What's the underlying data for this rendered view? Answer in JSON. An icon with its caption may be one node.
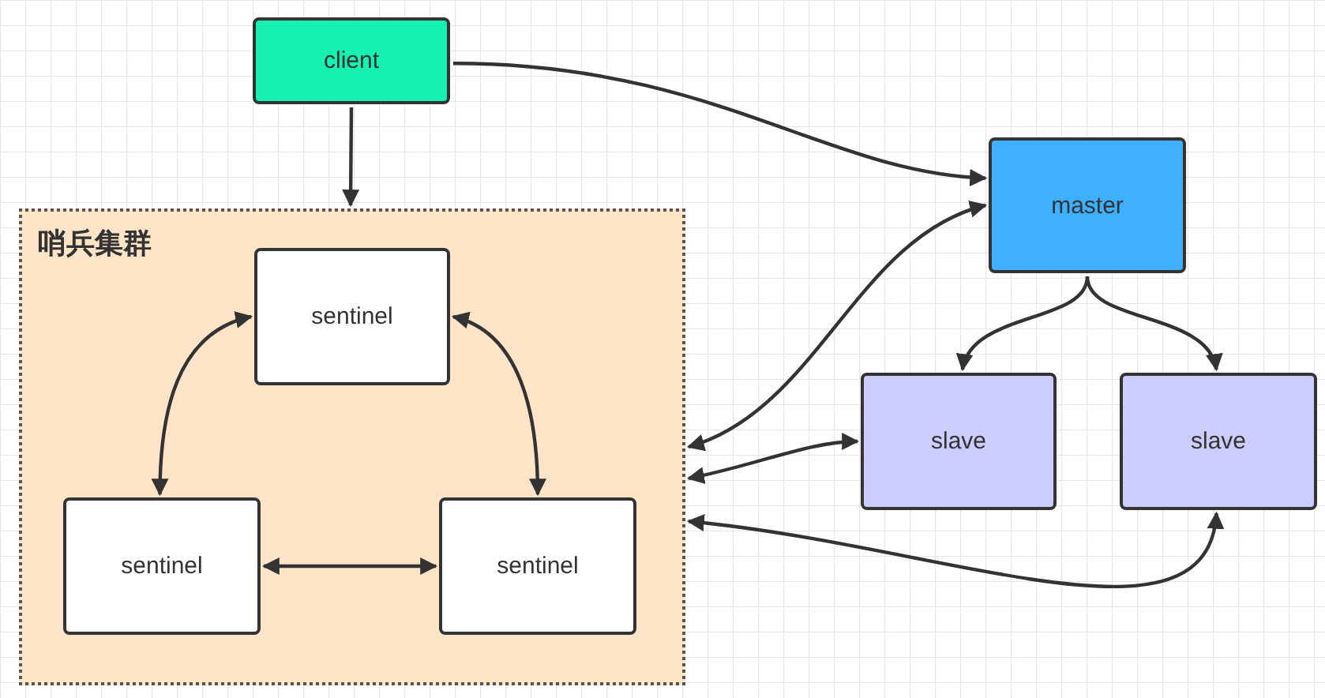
{
  "diagram": {
    "nodes": [
      {
        "text": [
          "client"
        ]
      },
      {
        "text": [
          "哨兵集群"
        ]
      },
      {
        "text": [
          "sentinel"
        ],
        "in": 1
      },
      {
        "text": [
          "sentinel"
        ],
        "in": 1
      },
      {
        "text": [
          "sentinel"
        ],
        "in": 1
      },
      {
        "text": [
          "master"
        ]
      },
      {
        "text": [
          "slave"
        ]
      },
      {
        "text": [
          "slave"
        ]
      }
    ],
    "edges": [
      {
        "from": 0,
        "to": 1,
        "arrow": "to"
      },
      {
        "from": 0,
        "to": 5,
        "arrow": "to"
      },
      {
        "from": 2,
        "to": 3,
        "arrow": "both"
      },
      {
        "from": 2,
        "to": 4,
        "arrow": "both"
      },
      {
        "from": 3,
        "to": 4,
        "arrow": "both"
      },
      {
        "from": 5,
        "to": 6,
        "arrow": "to"
      },
      {
        "from": 5,
        "to": 7,
        "arrow": "to"
      },
      {
        "from": 1,
        "to": 5,
        "arrow": "both"
      },
      {
        "from": 1,
        "to": 6,
        "arrow": "both"
      },
      {
        "from": 1,
        "to": 7,
        "arrow": "both"
      }
    ]
  }
}
